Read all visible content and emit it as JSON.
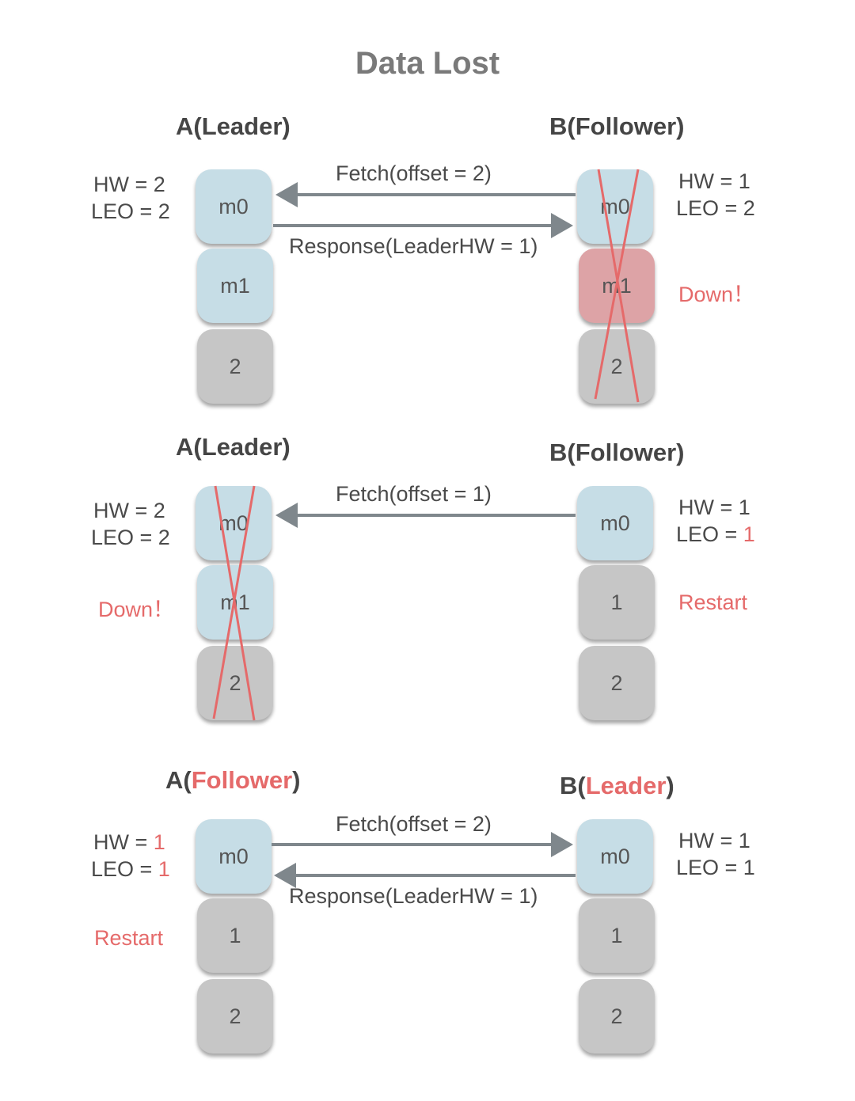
{
  "title": "Data Lost",
  "colors": {
    "accent_red": "#e56a6a",
    "arrow": "#7f878c",
    "cell_blue": "#c6dde6",
    "cell_gray": "#c6c6c6",
    "cell_pink": "#dda3a6"
  },
  "panels": [
    {
      "left": {
        "title_prefix": "A(",
        "role": "Leader",
        "title_suffix": ")",
        "role_highlight": false,
        "hw_label": "HW = ",
        "hw": "2",
        "leo_label": "LEO = ",
        "leo": "2",
        "cells": [
          "m0",
          "m1",
          "2"
        ],
        "note": ""
      },
      "right": {
        "title_prefix": "B(",
        "role": "Follower",
        "title_suffix": ")",
        "role_highlight": false,
        "hw_label": "HW = ",
        "hw": "1",
        "leo_label": "LEO = ",
        "leo": "2",
        "cells": [
          "m0",
          "m1",
          "2"
        ],
        "note": "Down！"
      },
      "fetch": "Fetch(offset = 2)",
      "response": "Response(LeaderHW = 1)"
    },
    {
      "left": {
        "title_prefix": "A(",
        "role": "Leader",
        "title_suffix": ")",
        "role_highlight": false,
        "hw_label": "HW = ",
        "hw": "2",
        "leo_label": "LEO = ",
        "leo": "2",
        "cells": [
          "m0",
          "m1",
          "2"
        ],
        "note": "Down！"
      },
      "right": {
        "title_prefix": "B(",
        "role": "Follower",
        "title_suffix": ")",
        "role_highlight": false,
        "hw_label": "HW = ",
        "hw": "1",
        "leo_label": "LEO = ",
        "leo": "1",
        "cells": [
          "m0",
          "1",
          "2"
        ],
        "note": "Restart"
      },
      "fetch": "Fetch(offset = 1)"
    },
    {
      "left": {
        "title_prefix": "A(",
        "role": "Follower",
        "title_suffix": ")",
        "role_highlight": true,
        "hw_label": "HW = ",
        "hw": "1",
        "leo_label": "LEO = ",
        "leo": "1",
        "cells": [
          "m0",
          "1",
          "2"
        ],
        "note": "Restart"
      },
      "right": {
        "title_prefix": "B(",
        "role": "Leader",
        "title_suffix": ")",
        "role_highlight": true,
        "hw_label": "HW = ",
        "hw": "1",
        "leo_label": "LEO = ",
        "leo": "1",
        "cells": [
          "m0",
          "1",
          "2"
        ],
        "note": ""
      },
      "fetch": "Fetch(offset = 2)",
      "response": "Response(LeaderHW = 1)"
    }
  ]
}
